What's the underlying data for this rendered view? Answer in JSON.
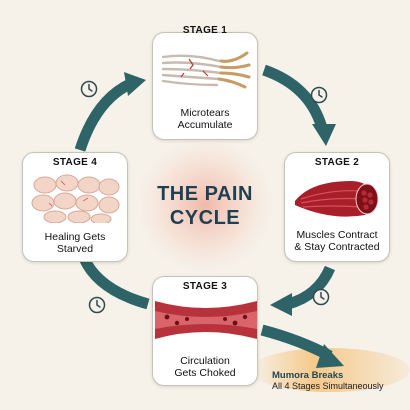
{
  "center": {
    "line1": "THE PAIN",
    "line2": "CYCLE"
  },
  "stages": [
    {
      "label": "STAGE 1",
      "caption": [
        "Microtears",
        "Accumulate"
      ]
    },
    {
      "label": "STAGE 2",
      "caption": [
        "Muscles Contract",
        "& Stay Contracted"
      ]
    },
    {
      "label": "STAGE 3",
      "caption": [
        "Circulation",
        "Gets Choked"
      ]
    },
    {
      "label": "STAGE 4",
      "caption": [
        "Healing Gets",
        "Starved"
      ]
    }
  ],
  "breaks": {
    "brand": "Mumora Breaks",
    "text": "All 4 Stages Simultaneously"
  },
  "icons": [
    "clock-icon",
    "arrow-icon"
  ],
  "colors": {
    "arrow": "#2e6468",
    "title": "#1f3f52",
    "glow": "#f0a592",
    "highlight": "#f6c27a",
    "muscle": "#b5232e"
  }
}
